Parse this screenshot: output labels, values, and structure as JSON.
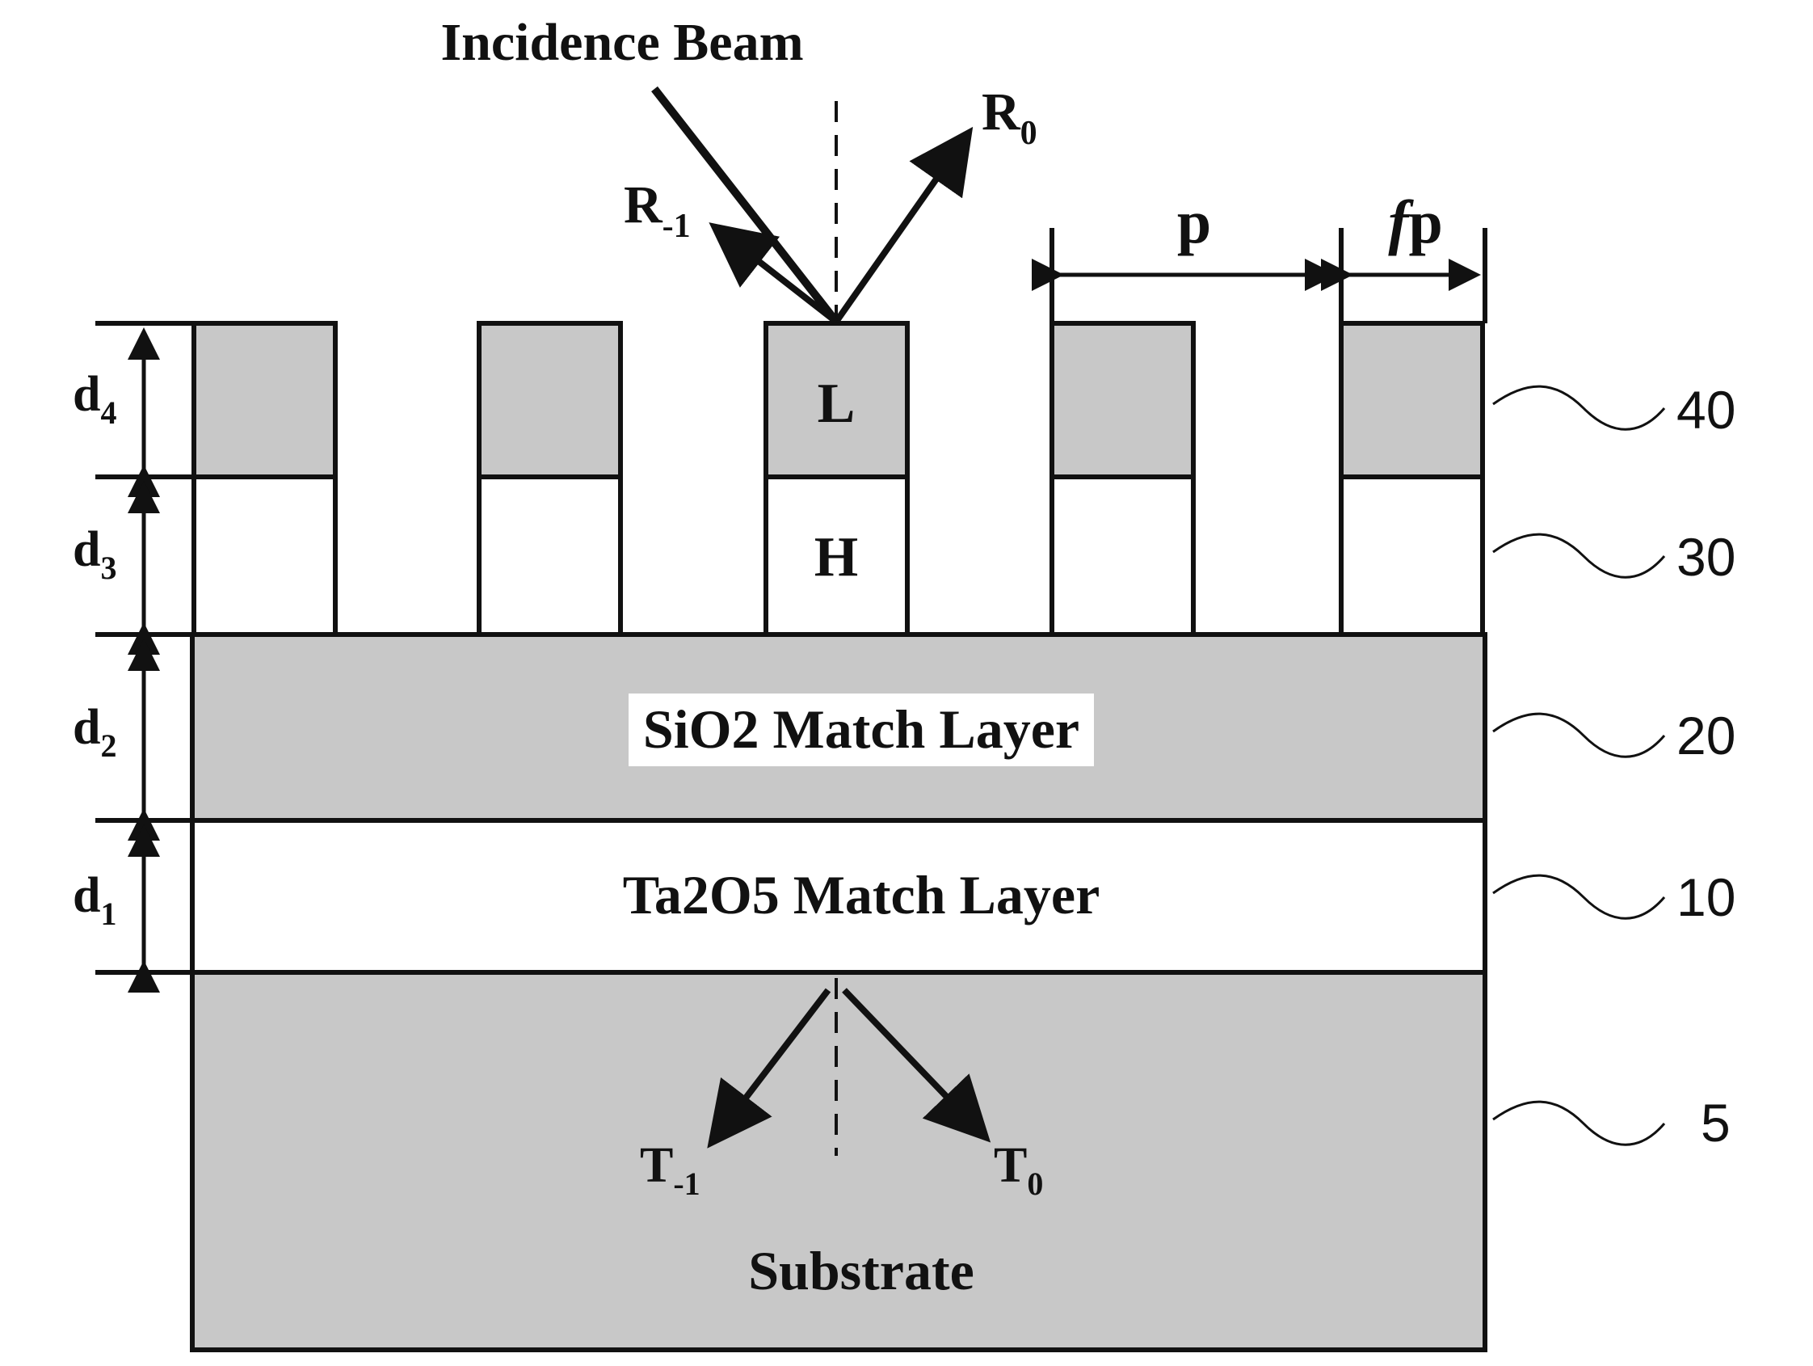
{
  "colors": {
    "fill_gray": "#c8c8c8",
    "stroke": "#111111",
    "background": "#ffffff"
  },
  "labels": {
    "incidence_beam": "Incidence Beam",
    "r0_main": "R",
    "r0_sub": "0",
    "rm1_main": "R",
    "rm1_sub": "-1",
    "period": "p",
    "fill_factor_f": "f",
    "fill_factor_p": "p",
    "low_index": "L",
    "high_index": "H",
    "sio2_layer": "SiO2 Match Layer",
    "ta2o5_layer": "Ta2O5 Match Layer",
    "substrate": "Substrate",
    "t1_main": "T",
    "t1_sub": "-1",
    "t0_main": "T",
    "t0_sub": "0"
  },
  "thickness_labels": [
    {
      "main": "d",
      "sub": "4"
    },
    {
      "main": "d",
      "sub": "3"
    },
    {
      "main": "d",
      "sub": "2"
    },
    {
      "main": "d",
      "sub": "1"
    }
  ],
  "reference_numbers": [
    "40",
    "30",
    "20",
    "10",
    "5"
  ]
}
